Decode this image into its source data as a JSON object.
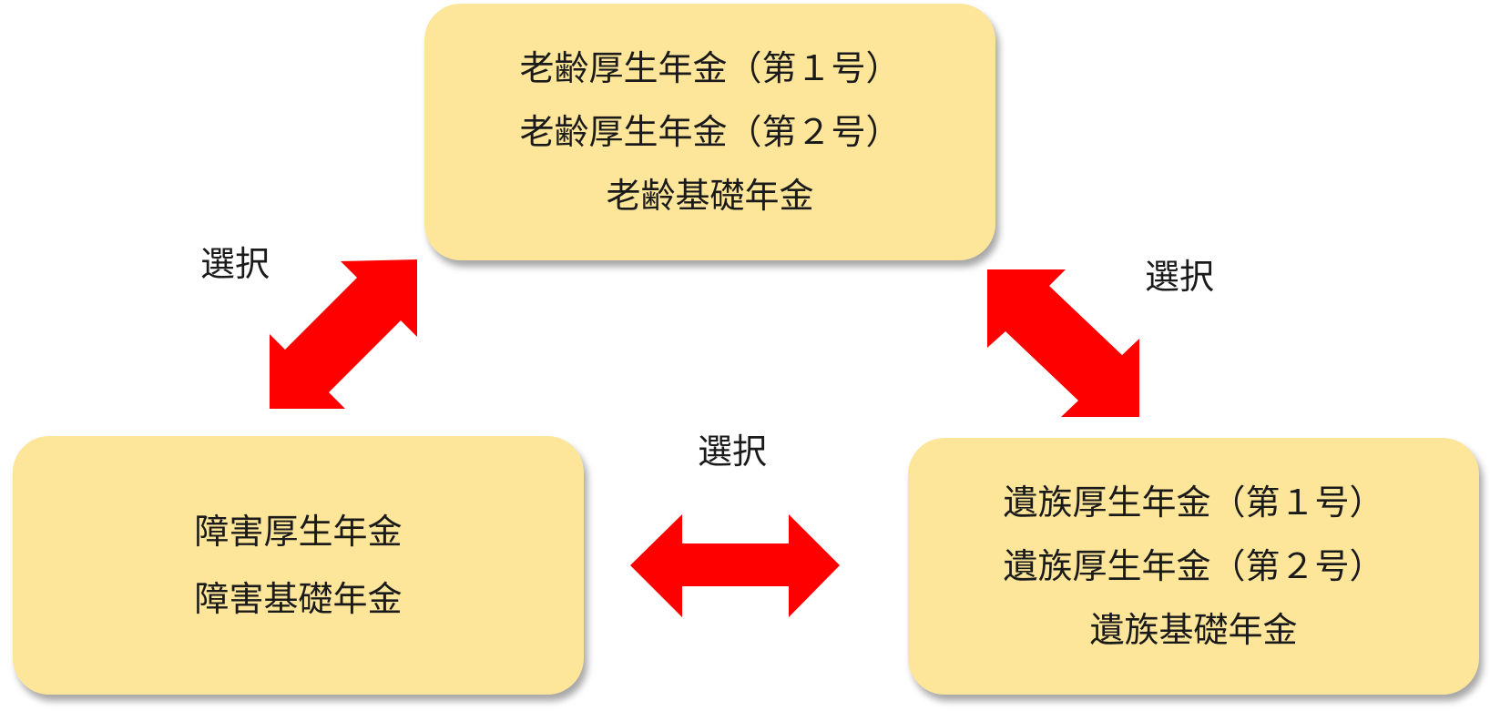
{
  "colors": {
    "box_fill": "#fde59a",
    "arrow": "#ff0000"
  },
  "boxes": {
    "old_age": {
      "lines": [
        "老齢厚生年金（第１号）",
        "老齢厚生年金（第２号）",
        "老齢基礎年金"
      ]
    },
    "disability": {
      "lines": [
        "障害厚生年金",
        "障害基礎年金"
      ]
    },
    "survivor": {
      "lines": [
        "遺族厚生年金（第１号）",
        "遺族厚生年金（第２号）",
        "遺族基礎年金"
      ]
    }
  },
  "connectors": {
    "left_label": "選択",
    "right_label": "選択",
    "middle_label": "選択"
  }
}
